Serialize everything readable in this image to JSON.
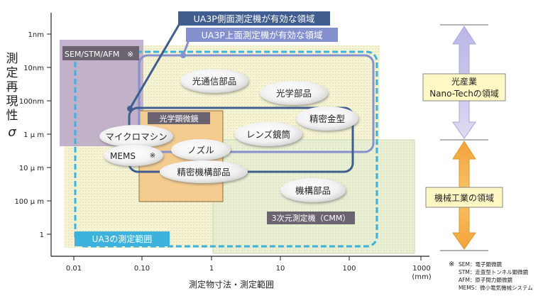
{
  "y_axis": {
    "title_chars": [
      "測",
      "定",
      "再",
      "現",
      "性"
    ],
    "sigma": "σ",
    "ticks": [
      "1nm",
      "10nm",
      "100nm",
      "1 μ m",
      "10 μ m",
      "100 μ m",
      "1"
    ]
  },
  "x_axis": {
    "title": "測定物寸法・測定範囲",
    "ticks": [
      "0.01",
      "0.10",
      "1",
      "10",
      "100",
      "1000"
    ],
    "unit": "(mm)"
  },
  "regions": {
    "sem": "SEM/STM/AFM",
    "sem_mark": "※",
    "optical_microscope": "光学顕微鏡",
    "cmm": "3次元測定機（CMM）",
    "ua3": "UA3の測定範囲"
  },
  "callouts": {
    "side_probe": "UA3P側面測定機が有効な領域",
    "top_probe": "UA3P上面測定機が有効な領域"
  },
  "ellipses": [
    {
      "text": "光通信部品"
    },
    {
      "text": "光学部品"
    },
    {
      "text": "精密金型"
    },
    {
      "text": "レンズ鏡筒"
    },
    {
      "text": "マイクロマシン"
    },
    {
      "text": "MEMS"
    },
    {
      "text": "ノズル"
    },
    {
      "text": "精密機構部品"
    },
    {
      "text": "機構部品"
    }
  ],
  "mems_mark": "※",
  "right_panel": {
    "nano_line1": "光産業",
    "nano_line2": "Nano-Techの領域",
    "machine": "機械工業の領域"
  },
  "footnote": {
    "mark": "※",
    "lines": [
      "SEM：電子顕微鏡",
      "STM：走査型トンネル顕微鏡",
      "AFM：原子間力顕微鏡",
      "MEMS：微小電気機械システム"
    ]
  }
}
